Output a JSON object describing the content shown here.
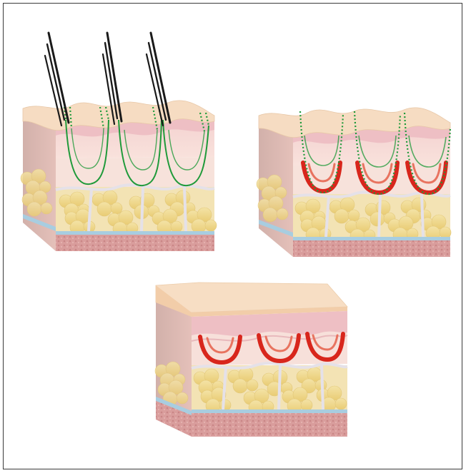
{
  "figure": {
    "frame_color": "#3a3a3a",
    "background_color": "#ffffff",
    "panels": [
      {
        "id": "insertion",
        "stage": "threads-inserted-with-needles",
        "thread_color": "#1f9a3a",
        "needle_color": "#1a1a1a"
      },
      {
        "id": "dissolving",
        "stage": "threads-dissolving-collagen-forming",
        "thread_color": "#1f9a3a",
        "collagen_color": "#d8261c"
      },
      {
        "id": "result",
        "stage": "collagen-remaining",
        "collagen_color": "#d8261c"
      }
    ],
    "skin_layers": {
      "epidermis": "#f6dcc2",
      "dermis_top": "#eec2c6",
      "dermis": "#f7d9d6",
      "fat_lobules": "#f2dc8e",
      "septa": "#e4e0e6",
      "fascia": "#a8cde0",
      "muscle": "#d79a9b"
    }
  }
}
